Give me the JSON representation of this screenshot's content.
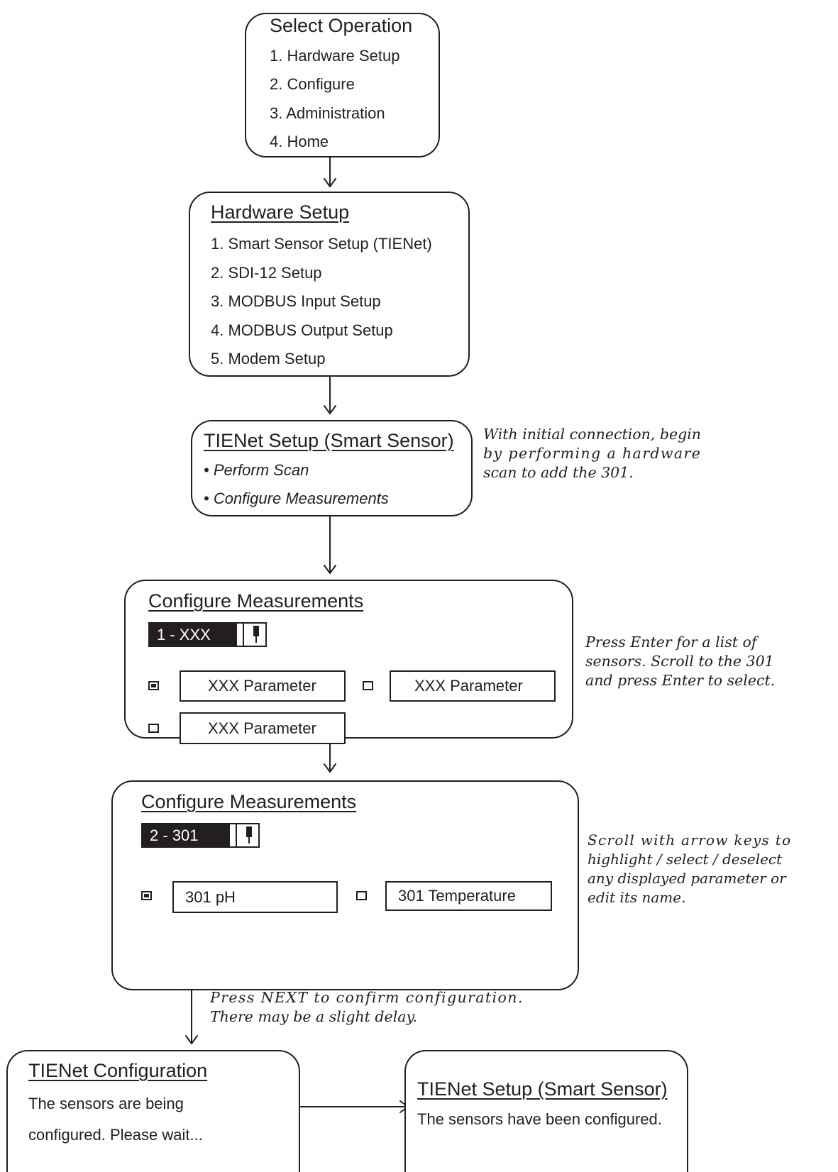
{
  "select_operation": {
    "title": "Select Operation",
    "items": [
      "1. Hardware Setup",
      "2. Configure",
      "3. Administration",
      "4. Home"
    ]
  },
  "hardware_setup": {
    "title": "Hardware Setup",
    "items": [
      "1. Smart Sensor Setup (TIENet)",
      "2. SDI-12 Setup",
      "3. MODBUS Input Setup",
      "4. MODBUS Output Setup",
      "5. Modem Setup"
    ]
  },
  "tienet_setup": {
    "title": "TIENet Setup (Smart Sensor)",
    "items": [
      "• Perform Scan",
      "• Configure Measurements"
    ],
    "note": [
      "With initial connection, begin",
      "by performing a hardware",
      "scan to add the 301."
    ]
  },
  "configure_measurements_1": {
    "title": "Configure Measurements",
    "sensor_label": "1 - XXX",
    "params": [
      {
        "label": "XXX Parameter",
        "checked": true
      },
      {
        "label": "XXX Parameter",
        "checked": false
      },
      {
        "label": "XXX Parameter",
        "checked": false
      }
    ],
    "note": [
      "Press Enter for a list of",
      "sensors. Scroll to the 301",
      "and press Enter to select."
    ]
  },
  "configure_measurements_2": {
    "title": "Configure Measurements",
    "sensor_label": "2 - 301",
    "params": [
      {
        "label": "301 pH",
        "checked": true
      },
      {
        "label": "301 Temperature",
        "checked": false
      }
    ],
    "note": [
      "Scroll with arrow keys to",
      "highlight / select / deselect",
      "any displayed parameter or",
      "edit its name."
    ]
  },
  "next_note": [
    "Press NEXT to confirm configuration.",
    "There may be a slight delay."
  ],
  "tienet_configuration": {
    "title": "TIENet Configuration",
    "lines": [
      "The sensors are being",
      "configured. Please wait..."
    ]
  },
  "tienet_setup_done": {
    "title": "TIENet Setup (Smart Sensor)",
    "lines": [
      "The sensors have been configured."
    ]
  }
}
